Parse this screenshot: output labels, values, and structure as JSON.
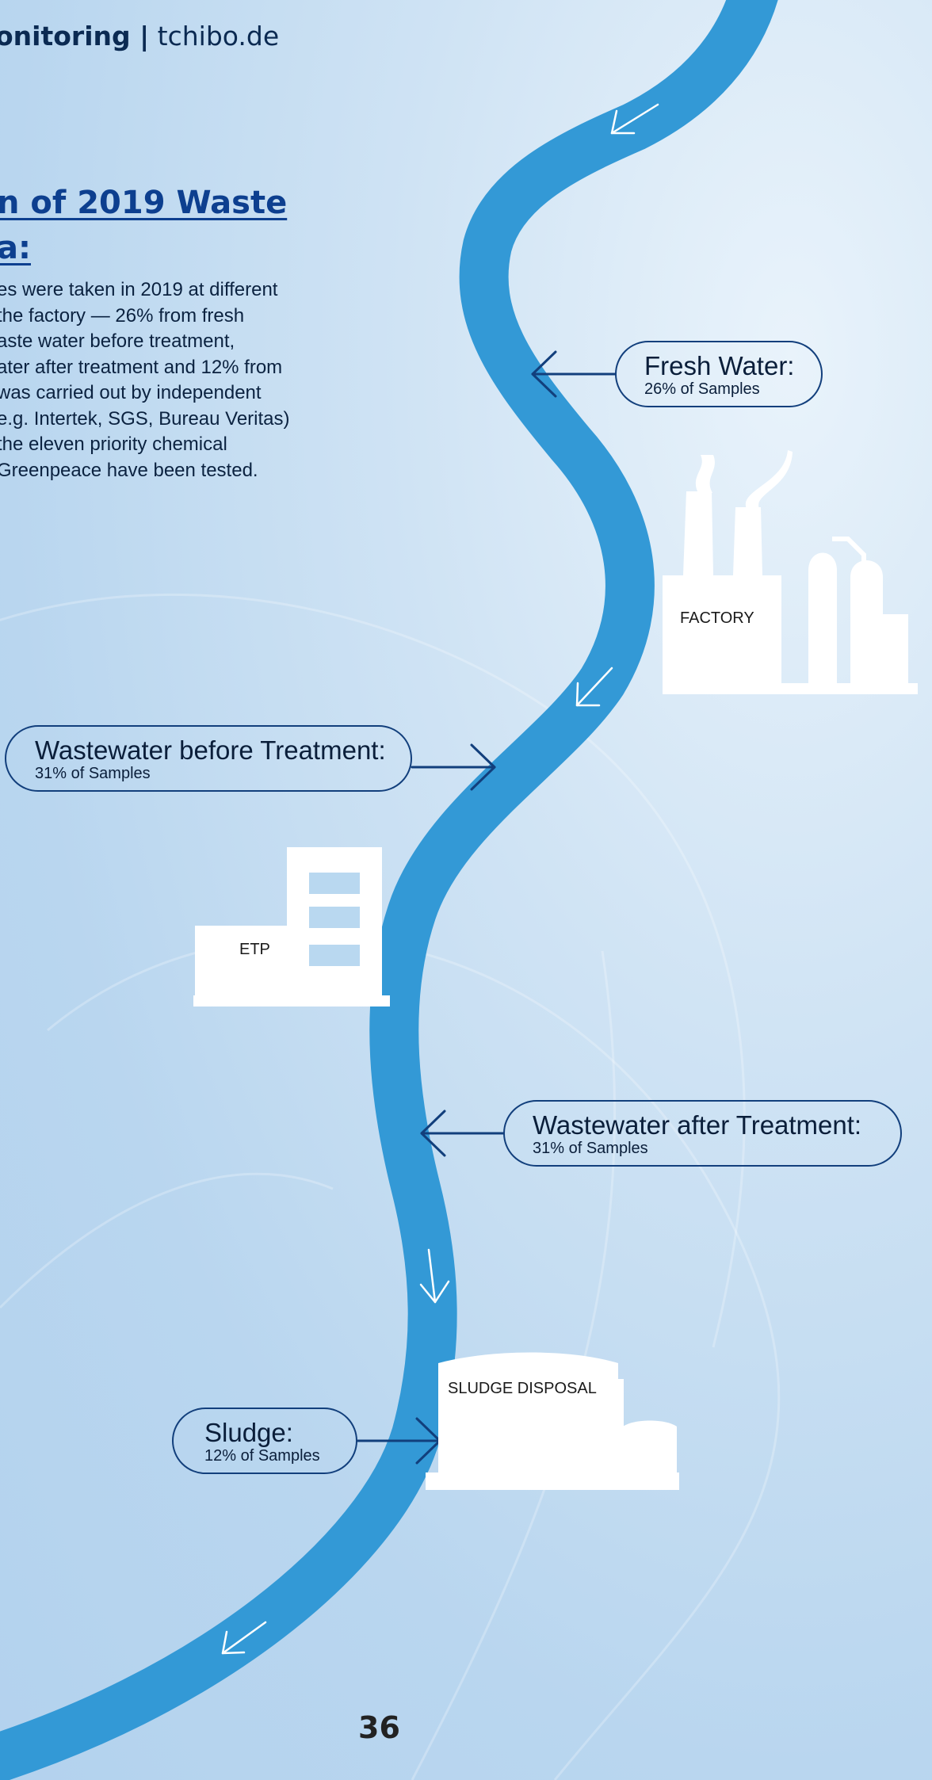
{
  "header": {
    "bold": "onitoring |",
    "light": " tchibo.de"
  },
  "title": {
    "line1": "n of 2019 Waste ",
    "line2": "a:"
  },
  "body_lines": [
    "es were taken in 2019 at different",
    " the factory — 26% from fresh",
    "aste water before treatment,",
    "ater after treatment and 12% from",
    "was carried out by independent",
    "e.g. Intertek, SGS, Bureau Veritas)",
    " the eleven priority chemical",
    "Greenpeace have been tested."
  ],
  "labels": {
    "fresh_water": {
      "title": "Fresh Water:",
      "sub": "26% of Samples"
    },
    "wastewater_before": {
      "title": "Wastewater before Treatment:",
      "sub": "31% of Samples"
    },
    "wastewater_after": {
      "title": "Wastewater after Treatment:",
      "sub": "31% of Samples"
    },
    "sludge": {
      "title": "Sludge:",
      "sub": "12% of Samples"
    }
  },
  "buildings": {
    "factory": "FACTORY",
    "etp": "ETP",
    "sludge": "SLUDGE DISPOSAL"
  },
  "page_number": "36",
  "colors": {
    "river": "#3399d6",
    "arrow": "#123f7c",
    "title": "#0d3f8f"
  }
}
